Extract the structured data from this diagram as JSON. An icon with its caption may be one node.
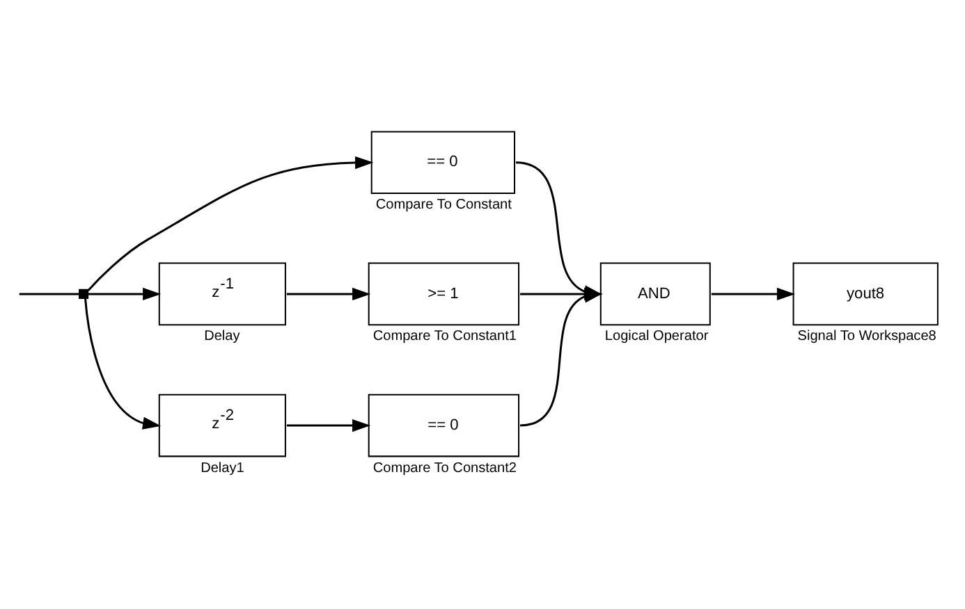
{
  "diagram": {
    "nodes": [
      {
        "text": [],
        "shape": "dot"
      },
      {
        "text": [
          "== 0"
        ],
        "beside": [
          "Compare To Constant"
        ]
      },
      {
        "text": [
          "z$^{-1}$"
        ],
        "beside": [
          "Delay"
        ]
      },
      {
        "text": [
          ">= 1"
        ],
        "beside": [
          "Compare To Constant1"
        ]
      },
      {
        "text": [
          "AND"
        ],
        "beside": [
          "Logical Operator"
        ]
      },
      {
        "text": [
          "z$^{-2}$"
        ],
        "beside": [
          "Delay1"
        ]
      },
      {
        "text": [
          "== 0"
        ],
        "beside": [
          "Compare To Constant2"
        ]
      },
      {
        "text": [
          "yout8"
        ],
        "beside": [
          "Signal To Workspace8"
        ]
      }
    ],
    "edges": [
      {
        "from": null,
        "to": 0,
        "arrow": "none"
      },
      {
        "from": 0,
        "to": 1,
        "arrow": "to"
      },
      {
        "from": 0,
        "to": 2,
        "arrow": "to"
      },
      {
        "from": 0,
        "to": 5,
        "arrow": "to"
      },
      {
        "from": 2,
        "to": 3,
        "arrow": "to"
      },
      {
        "from": 5,
        "to": 6,
        "arrow": "to"
      },
      {
        "from": 1,
        "to": 4,
        "arrow": "to"
      },
      {
        "from": 3,
        "to": 4,
        "arrow": "to"
      },
      {
        "from": 6,
        "to": 4,
        "arrow": "to"
      },
      {
        "from": 4,
        "to": 7,
        "arrow": "to"
      }
    ]
  }
}
